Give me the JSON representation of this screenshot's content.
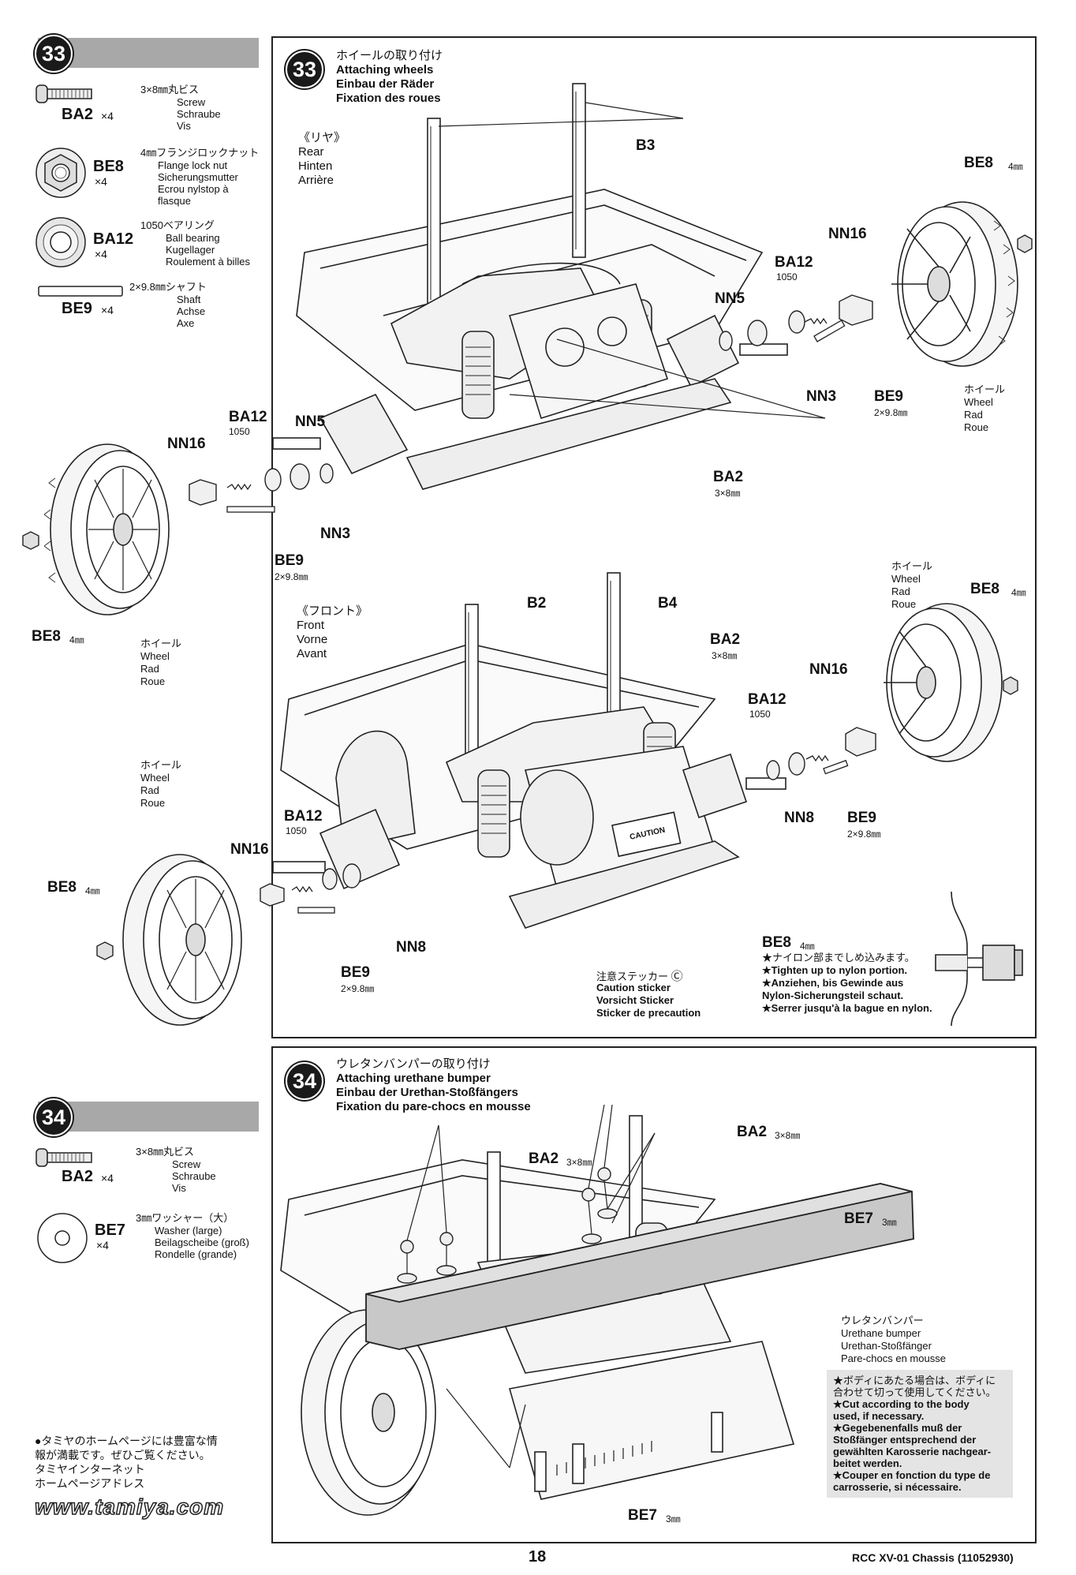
{
  "step33": {
    "number": "33",
    "parts": [
      {
        "code": "BA2",
        "qty": "×4",
        "size": "3×8㎜丸ビス",
        "names": [
          "Screw",
          "Schraube",
          "Vis"
        ]
      },
      {
        "code": "BE8",
        "qty": "×4",
        "size": "4㎜フランジロックナット",
        "names": [
          "Flange lock nut",
          "Sicherungsmutter",
          "Ecrou nylstop à",
          "flasque"
        ]
      },
      {
        "code": "BA12",
        "qty": "×4",
        "size": "1050ベアリング",
        "names": [
          "Ball bearing",
          "Kugellager",
          "Roulement à billes"
        ]
      },
      {
        "code": "BE9",
        "qty": "×4",
        "size": "2×9.8㎜シャフト",
        "names": [
          "Shaft",
          "Achse",
          "Axe"
        ]
      }
    ],
    "title": [
      "ホイールの取り付け",
      "Attaching wheels",
      "Einbau der Räder",
      "Fixation des roues"
    ],
    "rear": [
      "《リヤ》",
      "Rear",
      "Hinten",
      "Arrière"
    ],
    "front": [
      "《フロント》",
      "Front",
      "Vorne",
      "Avant"
    ],
    "wheel": [
      "ホイール",
      "Wheel",
      "Rad",
      "Roue"
    ],
    "labels": {
      "b3": "B3",
      "b2": "B2",
      "b4": "B4",
      "be8": "BE8",
      "be8_size": "4㎜",
      "nn16": "NN16",
      "nn5": "NN5",
      "nn3": "NN3",
      "nn8": "NN8",
      "ba12": "BA12",
      "ba12_size": "1050",
      "be9": "BE9",
      "be9_size": "2×9.8㎜",
      "ba2": "BA2",
      "ba2_size": "3×8㎜"
    },
    "caution": [
      "注意ステッカー",
      "Caution sticker",
      "Vorsicht Sticker",
      "Sticker de precaution"
    ],
    "caution_mark": "Ⓒ",
    "caution_text": "CAUTION",
    "be8_note": {
      "code": "BE8",
      "size": "4㎜",
      "lines": [
        "★ナイロン部までしめ込みます。",
        "★Tighten up to nylon portion.",
        "★Anziehen, bis Gewinde aus",
        "Nylon-Sicherungsteil schaut.",
        "★Serrer jusqu'à la bague en nylon."
      ]
    }
  },
  "step34": {
    "number": "34",
    "parts": [
      {
        "code": "BA2",
        "qty": "×4",
        "size": "3×8㎜丸ビス",
        "names": [
          "Screw",
          "Schraube",
          "Vis"
        ]
      },
      {
        "code": "BE7",
        "qty": "×4",
        "size": "3㎜ワッシャー（大）",
        "names": [
          "Washer (large)",
          "Beilagscheibe (groß)",
          "Rondelle (grande)"
        ]
      }
    ],
    "title": [
      "ウレタンバンパーの取り付け",
      "Attaching urethane bumper",
      "Einbau der Urethan-Stoßfängers",
      "Fixation du pare-chocs en mousse"
    ],
    "labels": {
      "ba2": "BA2",
      "ba2_size": "3×8㎜",
      "be7": "BE7",
      "be7_size": "3㎜"
    },
    "bumper": [
      "ウレタンバンパー",
      "Urethane bumper",
      "Urethan-Stoßfänger",
      "Pare-chocs en mousse"
    ],
    "note": [
      "★ボディにあたる場合は、ボディに",
      "合わせて切って使用してください。",
      "★Cut according to the body",
      "used, if necessary.",
      "★Gegebenenfalls muß der",
      "Stoßfänger entsprechend der",
      "gewählten Karosserie nachgear-",
      "beitet werden.",
      "★Couper en fonction du type de",
      "carrosserie, si nécessaire."
    ]
  },
  "web_note": [
    "●タミヤのホームページには豊富な情",
    "報が満載です。ぜひご覧ください。",
    "タミヤインターネット",
    "ホームページアドレス"
  ],
  "url": "www.tamiya.com",
  "page_number": "18",
  "footer": "RCC XV-01 Chassis (11052930)"
}
